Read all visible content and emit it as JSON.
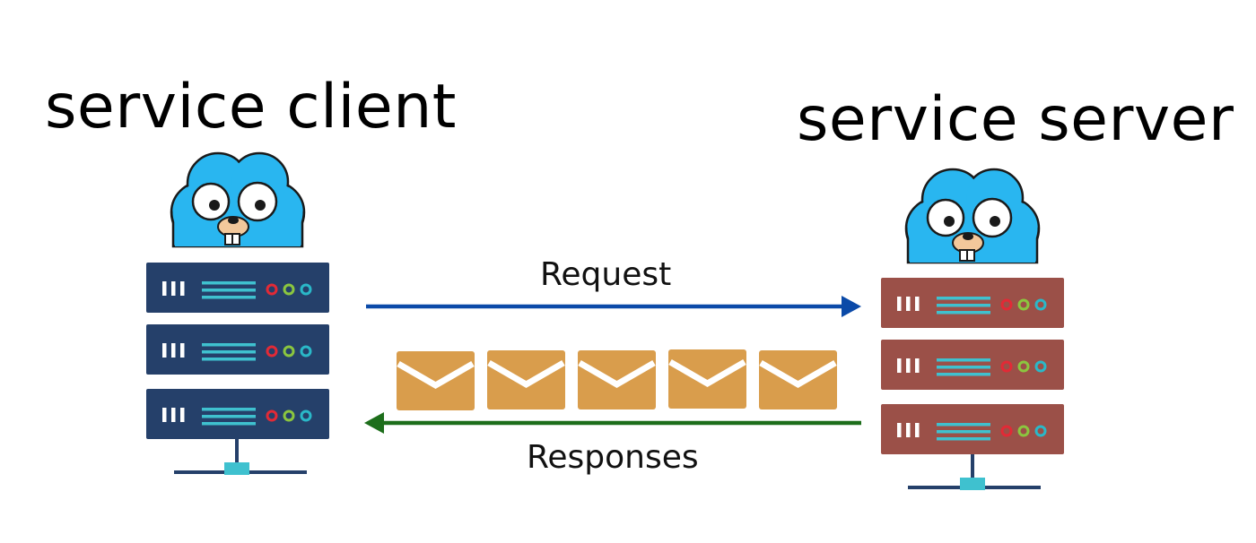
{
  "client": {
    "title": "service client",
    "color": "#25406a"
  },
  "server": {
    "title": "service server",
    "color": "#9b5048"
  },
  "request": {
    "label": "Request",
    "color": "#0b4aa8"
  },
  "responses": {
    "label": "Responses",
    "color": "#1d6e1b",
    "message_count": 5,
    "envelope_color": "#d99d4c"
  },
  "mascot": {
    "body_color": "#29b6f0"
  },
  "server_leds": [
    "#e22a36",
    "#8bc63f",
    "#2ab8c8"
  ]
}
